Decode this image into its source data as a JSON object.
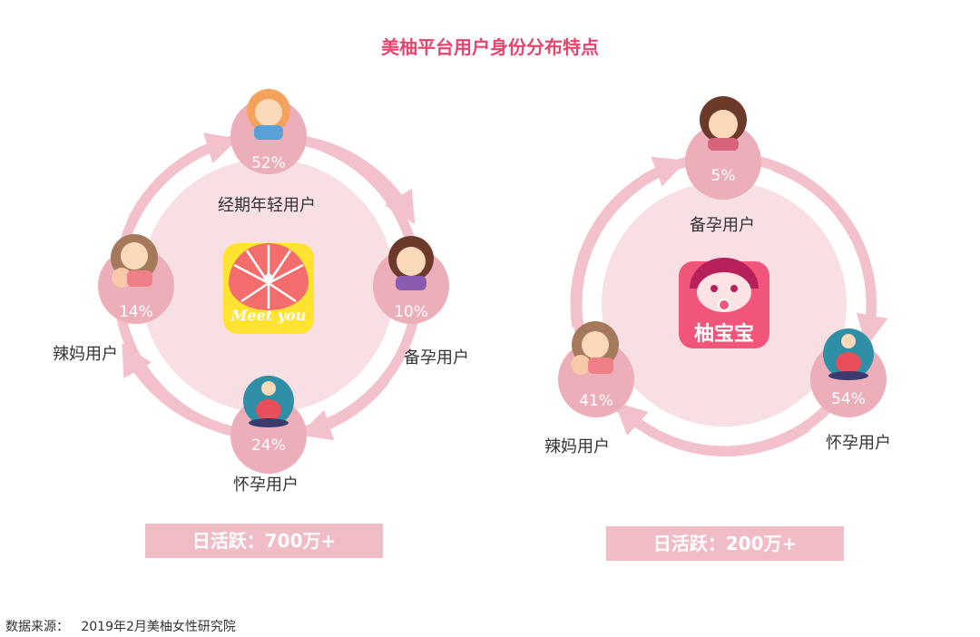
{
  "title": "美柚平台用户身份分布特点",
  "left": {
    "app_logo_text": "Meet you",
    "nodes": [
      {
        "percent": "52%",
        "label": "经期年轻用户"
      },
      {
        "percent": "10%",
        "label": "备孕用户"
      },
      {
        "percent": "24%",
        "label": "怀孕用户"
      },
      {
        "percent": "14%",
        "label": "辣妈用户"
      }
    ],
    "dau": "日活跃：700万+"
  },
  "right": {
    "app_logo_text": "柚宝宝",
    "nodes": [
      {
        "percent": "5%",
        "label": "备孕用户"
      },
      {
        "percent": "54%",
        "label": "怀孕用户"
      },
      {
        "percent": "41%",
        "label": "辣妈用户"
      }
    ],
    "dau": "日活跃：200万+"
  },
  "source": "数据来源：   2019年2月美柚女性研究院",
  "colors": {
    "title": "#e8456e",
    "ring": "#f2c1cb",
    "inner": "#f7dfe3",
    "node": "#ecaeb9",
    "bar": "#f0bcc6"
  }
}
